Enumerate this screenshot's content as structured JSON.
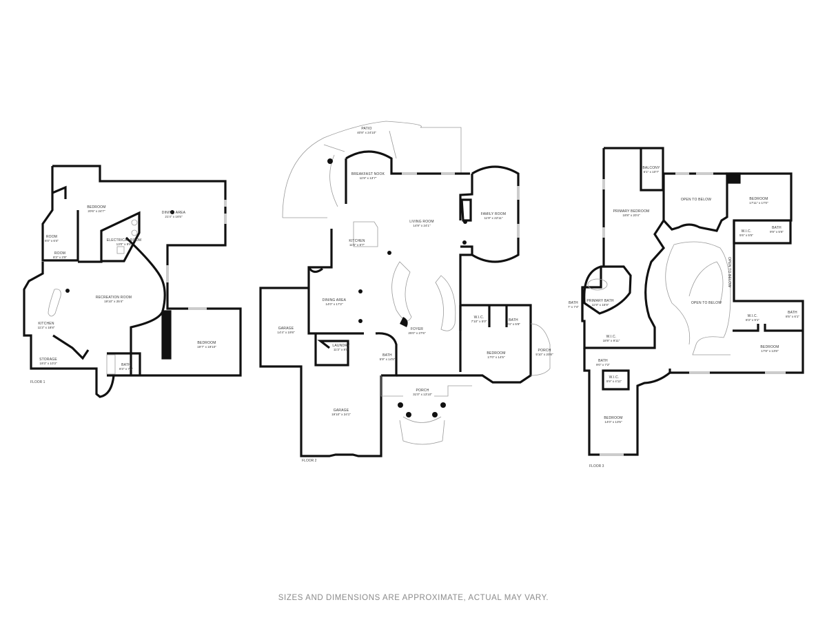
{
  "floors": [
    {
      "label": "FLOOR 1",
      "rooms": [
        {
          "name": "BEDROOM",
          "dims": "20'6\" x 24'7\""
        },
        {
          "name": "DINING AREA",
          "dims": "21'4\" x 16'5\""
        },
        {
          "name": "ROOM",
          "dims": "6'0\" x 6'4\""
        },
        {
          "name": "ELECTRICAL ROOM",
          "dims": "13'0\" x 9'6\""
        },
        {
          "name": "ROOM",
          "dims": "8'3\" x 3'9\""
        },
        {
          "name": "RECREATION ROOM",
          "dims": "19'10\" x 25'4\""
        },
        {
          "name": "KITCHEN",
          "dims": "11'2\" x 18'8\""
        },
        {
          "name": "STORAGE",
          "dims": "19'3\" x 10'3\""
        },
        {
          "name": "BATH",
          "dims": "8'3\" x 7'3\""
        },
        {
          "name": "BEDROOM",
          "dims": "19'7\" x 19'10\""
        }
      ]
    },
    {
      "label": "FLOOR 2",
      "rooms": [
        {
          "name": "PATIO",
          "dims": "40'8\" x 24'10\""
        },
        {
          "name": "BREAKFAST NOOK",
          "dims": "11'9\" x 13'7\""
        },
        {
          "name": "LIVING ROOM",
          "dims": "14'9\" x 24'1\""
        },
        {
          "name": "FAMILY ROOM",
          "dims": "11'9\" x 22'11\""
        },
        {
          "name": "KITCHEN",
          "dims": "11'6\" x 8'7\""
        },
        {
          "name": "DINING AREA",
          "dims": "14'0\" x 17'2\""
        },
        {
          "name": "GARAGE",
          "dims": "14'4\" x 19'8\""
        },
        {
          "name": "FOYER",
          "dims": "25'0\" x 27'6\""
        },
        {
          "name": "W.I.C.",
          "dims": "7'10\" x 5'0\""
        },
        {
          "name": "BATH",
          "dims": "9'4\" x 5'8\""
        },
        {
          "name": "LAUNDRY",
          "dims": "11'2\" x 8'0\""
        },
        {
          "name": "BATH",
          "dims": "5'9\" x 14'5\""
        },
        {
          "name": "BEDROOM",
          "dims": "17'0\" x 14'5\""
        },
        {
          "name": "PORCH",
          "dims": "5'10\" x 20'8\""
        },
        {
          "name": "PORCH",
          "dims": "31'0\" x 13'10\""
        },
        {
          "name": "GARAGE",
          "dims": "19'10\" x 24'1\""
        }
      ]
    },
    {
      "label": "FLOOR 3",
      "rooms": [
        {
          "name": "BALCONY",
          "dims": "6'1\" x 10'7\""
        },
        {
          "name": "OPEN TO BELOW",
          "dims": ""
        },
        {
          "name": "BEDROOM",
          "dims": "17'11\" x 17'0\""
        },
        {
          "name": "PRIMARY BEDROOM",
          "dims": "18'8\" x 20'4\""
        },
        {
          "name": "W.I.C.",
          "dims": "5'6\" x 5'5\""
        },
        {
          "name": "BATH",
          "dims": "9'9\" x 5'6\""
        },
        {
          "name": "PRIMARY BATH",
          "dims": "11'9\" x 15'9\""
        },
        {
          "name": "BATH",
          "dims": "7' x 7'4\""
        },
        {
          "name": "OPEN TO BELOW",
          "dims": ""
        },
        {
          "name": "OPEN TO BELOW",
          "dims": ""
        },
        {
          "name": "W.I.C.",
          "dims": "8'3\" x 9'1\""
        },
        {
          "name": "BATH",
          "dims": "8'5\" x 6'1\""
        },
        {
          "name": "W.I.C.",
          "dims": "18'9\" x 9'11\""
        },
        {
          "name": "BEDROOM",
          "dims": "17'8\" x 13'8\""
        },
        {
          "name": "BATH",
          "dims": "9'0\" x 7'2\""
        },
        {
          "name": "W.I.C.",
          "dims": "5'9\" x 4'11\""
        },
        {
          "name": "BEDROOM",
          "dims": "14'0\" x 13'5\""
        }
      ]
    }
  ],
  "disclaimer": "SIZES AND DIMENSIONS ARE APPROXIMATE, ACTUAL MAY VARY."
}
